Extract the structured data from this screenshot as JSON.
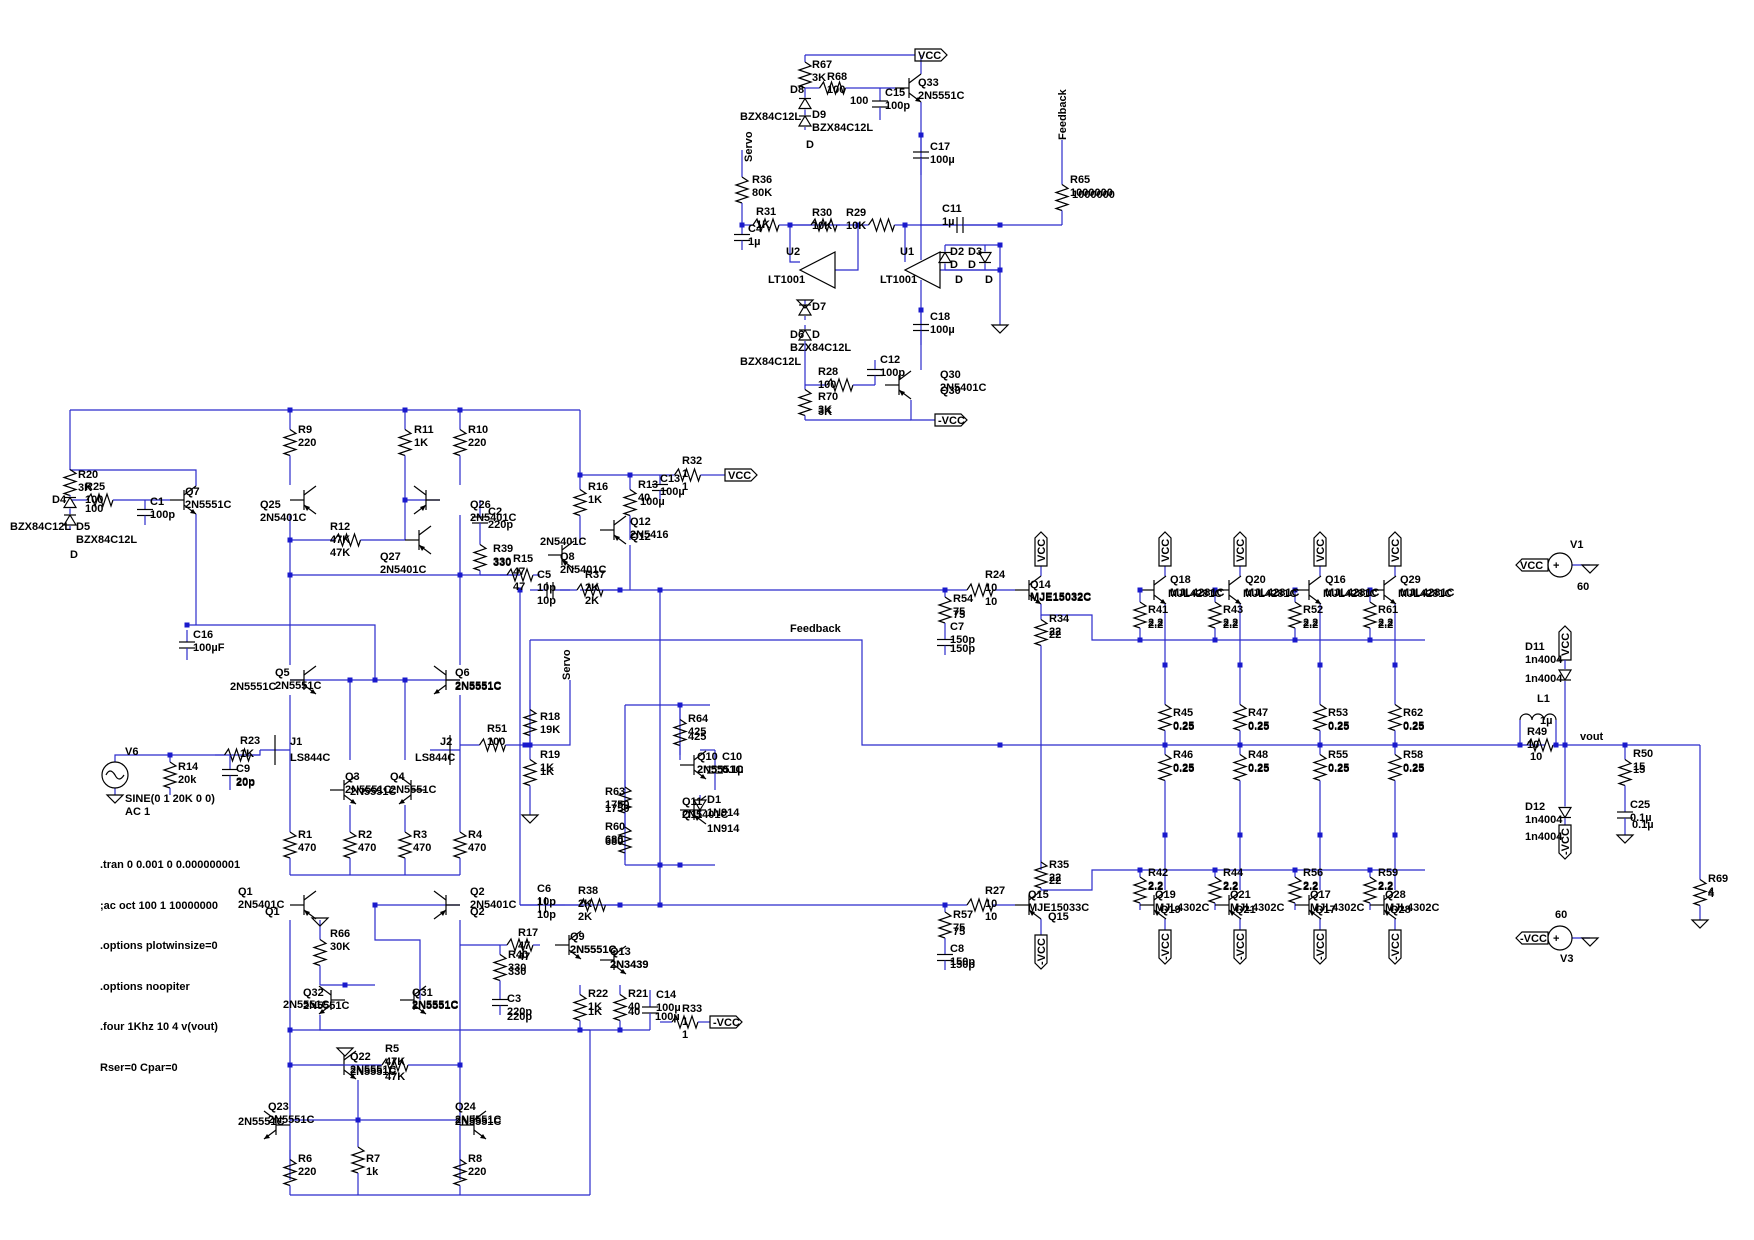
{
  "directives": [
    ".tran 0 0.001 0 0.000000001",
    ";ac oct 100 1 10000000",
    ".options plotwinsize=0",
    ".options noopiter",
    ".four 1Khz 10 4 v(vout)",
    "Rser=0 Cpar=0"
  ],
  "nets": {
    "vcc": "VCC",
    "nvcc": "-VCC",
    "feedback": "Feedback",
    "servo": "Servo",
    "vout": "vout",
    "d": "D"
  },
  "components": [
    {
      "ref": "R67",
      "value": "3K"
    },
    {
      "ref": "R68",
      "value": "100"
    },
    {
      "ref": "C15",
      "value": "100p"
    },
    {
      "ref": "Q33",
      "value": "2N5551C"
    },
    {
      "ref": "D8",
      "value": ""
    },
    {
      "ref": "D9",
      "value": "BZX84C12L"
    },
    {
      "ref": "C17",
      "value": "100µ"
    },
    {
      "ref": "R36",
      "value": "80K"
    },
    {
      "ref": "R31",
      "value": "1K"
    },
    {
      "ref": "C4",
      "value": "1µ"
    },
    {
      "ref": "R30",
      "value": "10K"
    },
    {
      "ref": "R29",
      "value": "10K"
    },
    {
      "ref": "C11",
      "value": "1µ"
    },
    {
      "ref": "R65",
      "value": "1000000"
    },
    {
      "ref": "U2",
      "value": "LT1001"
    },
    {
      "ref": "U1",
      "value": "LT1001"
    },
    {
      "ref": "D2",
      "value": "D"
    },
    {
      "ref": "D3",
      "value": "D"
    },
    {
      "ref": "D7",
      "value": ""
    },
    {
      "ref": "D6",
      "value": "BZX84C12L"
    },
    {
      "ref": "C18",
      "value": "100µ"
    },
    {
      "ref": "C12",
      "value": "100p"
    },
    {
      "ref": "R28",
      "value": "100"
    },
    {
      "ref": "R70",
      "value": "3K"
    },
    {
      "ref": "Q30",
      "value": "2N5401C"
    },
    {
      "ref": "R9",
      "value": "220"
    },
    {
      "ref": "R11",
      "value": "1K"
    },
    {
      "ref": "R10",
      "value": "220"
    },
    {
      "ref": "R20",
      "value": "3K"
    },
    {
      "ref": "R25",
      "value": "100"
    },
    {
      "ref": "C1",
      "value": "100p"
    },
    {
      "ref": "Q7",
      "value": "2N5551C"
    },
    {
      "ref": "D4",
      "value": ""
    },
    {
      "ref": "D5",
      "value": "BZX84C12L"
    },
    {
      "ref": "Q25",
      "value": "2N5401C"
    },
    {
      "ref": "Q26",
      "value": "2N5401C"
    },
    {
      "ref": "R12",
      "value": "47K"
    },
    {
      "ref": "Q27",
      "value": "2N5401C"
    },
    {
      "ref": "C2",
      "value": "220p"
    },
    {
      "ref": "R39",
      "value": "330"
    },
    {
      "ref": "R15",
      "value": "47"
    },
    {
      "ref": "C5",
      "value": "10p"
    },
    {
      "ref": "R16",
      "value": "1K"
    },
    {
      "ref": "R13",
      "value": "40"
    },
    {
      "ref": "C13",
      "value": "100µ"
    },
    {
      "ref": "R32",
      "value": "1"
    },
    {
      "ref": "Q8",
      "value": "2N5401C"
    },
    {
      "ref": "Q12",
      "value": "2N5416"
    },
    {
      "ref": "R37",
      "value": "2K"
    },
    {
      "ref": "C16",
      "value": "100µF"
    },
    {
      "ref": "Q5",
      "value": "2N5551C"
    },
    {
      "ref": "Q6",
      "value": "2N5551C"
    },
    {
      "ref": "R18",
      "value": "19K"
    },
    {
      "ref": "R19",
      "value": "1K"
    },
    {
      "ref": "J1",
      "value": "LS844C"
    },
    {
      "ref": "J2",
      "value": "LS844C"
    },
    {
      "ref": "R51",
      "value": "100"
    },
    {
      "ref": "V6",
      "value": "SINE(0 1 20K 0 0)"
    },
    {
      "ref": "R14",
      "value": "20k"
    },
    {
      "ref": "R23",
      "value": "1K"
    },
    {
      "ref": "C9",
      "value": "20p"
    },
    {
      "ref": "Q3",
      "value": "2N5551C"
    },
    {
      "ref": "Q4",
      "value": "2N5551C"
    },
    {
      "ref": "R1",
      "value": "470"
    },
    {
      "ref": "R2",
      "value": "470"
    },
    {
      "ref": "R3",
      "value": "470"
    },
    {
      "ref": "R4",
      "value": "470"
    },
    {
      "ref": "Q1",
      "value": "2N5401C"
    },
    {
      "ref": "Q2",
      "value": "2N5401C"
    },
    {
      "ref": "R66",
      "value": "30K"
    },
    {
      "ref": "Q32",
      "value": "2N5551C"
    },
    {
      "ref": "Q31",
      "value": "2N5551C"
    },
    {
      "ref": "C6",
      "value": "10p"
    },
    {
      "ref": "R38",
      "value": "2K"
    },
    {
      "ref": "R17",
      "value": "47"
    },
    {
      "ref": "R40",
      "value": "330"
    },
    {
      "ref": "C3",
      "value": "220p"
    },
    {
      "ref": "Q9",
      "value": "2N5551C"
    },
    {
      "ref": "Q13",
      "value": "2N3439"
    },
    {
      "ref": "R22",
      "value": "1K"
    },
    {
      "ref": "R21",
      "value": "40"
    },
    {
      "ref": "C14",
      "value": "100µ"
    },
    {
      "ref": "R33",
      "value": "1"
    },
    {
      "ref": "Q22",
      "value": "2N5551C"
    },
    {
      "ref": "R5",
      "value": "47K"
    },
    {
      "ref": "Q23",
      "value": "2N5551C"
    },
    {
      "ref": "Q24",
      "value": "2N5551C"
    },
    {
      "ref": "R6",
      "value": "220"
    },
    {
      "ref": "R7",
      "value": "1k"
    },
    {
      "ref": "R8",
      "value": "220"
    },
    {
      "ref": "R64",
      "value": "425"
    },
    {
      "ref": "Q10",
      "value": "2N5551C"
    },
    {
      "ref": "C10",
      "value": "0.1µ"
    },
    {
      "ref": "R63",
      "value": "1750"
    },
    {
      "ref": "R60",
      "value": "680"
    },
    {
      "ref": "Q11",
      "value": "2N5401C"
    },
    {
      "ref": "D1",
      "value": "1N914"
    },
    {
      "ref": "R24",
      "value": "10"
    },
    {
      "ref": "R54",
      "value": "75"
    },
    {
      "ref": "C7",
      "value": "150p"
    },
    {
      "ref": "Q14",
      "value": "MJE15032C"
    },
    {
      "ref": "R34",
      "value": "22"
    },
    {
      "ref": "R27",
      "value": "10"
    },
    {
      "ref": "R57",
      "value": "75"
    },
    {
      "ref": "C8",
      "value": "150p"
    },
    {
      "ref": "Q15",
      "value": "MJE15033C"
    },
    {
      "ref": "R35",
      "value": "22"
    },
    {
      "ref": "Q18",
      "value": "MJL4281C"
    },
    {
      "ref": "Q20",
      "value": "MJL4281C"
    },
    {
      "ref": "Q16",
      "value": "MJL4281C"
    },
    {
      "ref": "Q29",
      "value": "MJL4281C"
    },
    {
      "ref": "R41",
      "value": "2.2"
    },
    {
      "ref": "R43",
      "value": "2.2"
    },
    {
      "ref": "R52",
      "value": "2.2"
    },
    {
      "ref": "R61",
      "value": "2.2"
    },
    {
      "ref": "R45",
      "value": "0.25"
    },
    {
      "ref": "R47",
      "value": "0.25"
    },
    {
      "ref": "R53",
      "value": "0.25"
    },
    {
      "ref": "R62",
      "value": "0.25"
    },
    {
      "ref": "R46",
      "value": "0.25"
    },
    {
      "ref": "R48",
      "value": "0.25"
    },
    {
      "ref": "R55",
      "value": "0.25"
    },
    {
      "ref": "R58",
      "value": "0.25"
    },
    {
      "ref": "R42",
      "value": "2.2"
    },
    {
      "ref": "R44",
      "value": "2.2"
    },
    {
      "ref": "R56",
      "value": "2.2"
    },
    {
      "ref": "R59",
      "value": "2.2"
    },
    {
      "ref": "Q19",
      "value": "MJL4302C"
    },
    {
      "ref": "Q21",
      "value": "MJL4302C"
    },
    {
      "ref": "Q17",
      "value": "MJL4302C"
    },
    {
      "ref": "Q28",
      "value": "MJL4302C"
    },
    {
      "ref": "V1",
      "value": "60"
    },
    {
      "ref": "V3",
      "value": "60"
    },
    {
      "ref": "D11",
      "value": "1n4004"
    },
    {
      "ref": "D12",
      "value": "1n4004"
    },
    {
      "ref": "L1",
      "value": "1µ"
    },
    {
      "ref": "R49",
      "value": "10"
    },
    {
      "ref": "R50",
      "value": "15"
    },
    {
      "ref": "C25",
      "value": "0.1µ"
    },
    {
      "ref": "R69",
      "value": "4"
    }
  ],
  "v6_ac": "AC 1"
}
